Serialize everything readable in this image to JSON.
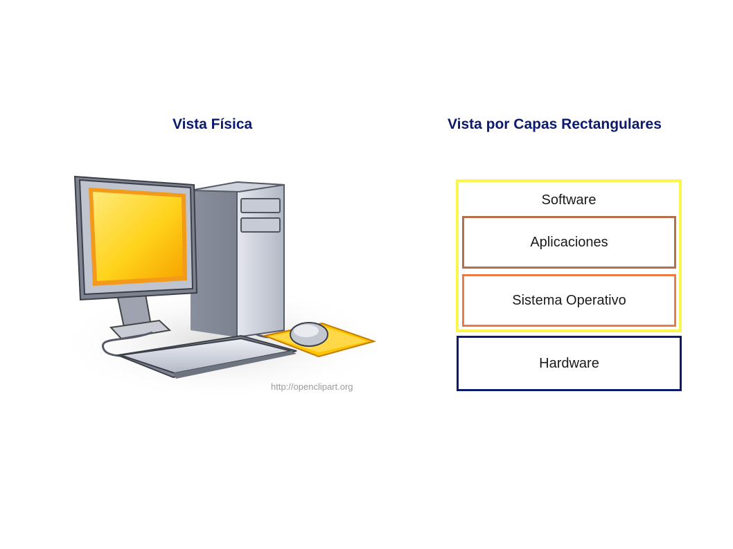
{
  "headings": {
    "left": "Vista Física",
    "right": "Vista por Capas Rectangulares"
  },
  "illustration": {
    "icon": "desktop-computer-icon",
    "credit": "http://openclipart.org"
  },
  "layers": {
    "software": "Software",
    "applications": "Aplicaciones",
    "operating_system": "Sistema Operativo",
    "hardware": "Hardware"
  },
  "colors": {
    "heading": "#0b1a6e",
    "software_border": "#fbf64a",
    "applications_border": "#b56d4a",
    "operating_system_border": "#ec7a45",
    "hardware_border": "#0b1a6e"
  }
}
